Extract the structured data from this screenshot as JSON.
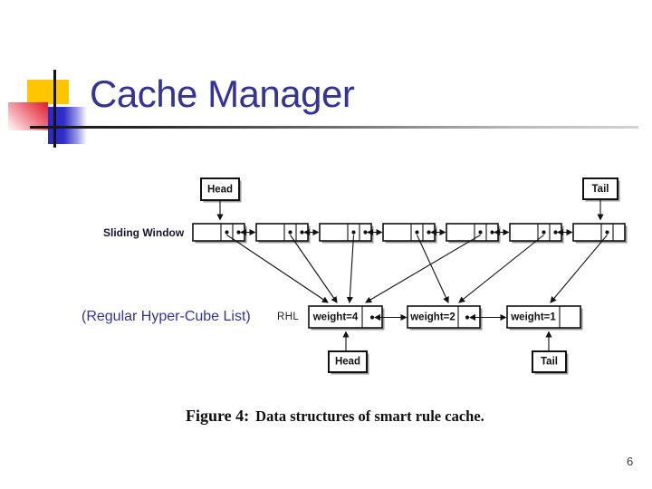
{
  "slide": {
    "title": "Cache Manager",
    "page_number": "6"
  },
  "labels": {
    "sliding_window": "Sliding Window",
    "rhl_abbr": "RHL",
    "rhl_full": "(Regular Hyper-Cube List)"
  },
  "diagram": {
    "head_label": "Head",
    "tail_label": "Tail",
    "sliding_window_node_count": 7,
    "weights": [
      "weight=4",
      "weight=2",
      "weight=1"
    ],
    "node_to_weight": [
      0,
      0,
      0,
      1,
      0,
      1,
      2
    ]
  },
  "caption": {
    "prefix": "Figure 4:",
    "text": "Data structures of smart rule cache."
  },
  "colors": {
    "title": "#333399",
    "accent_yellow": "#FDC600",
    "accent_red": "#E3192D",
    "accent_blue": "#2A2AC9",
    "diagram_ink": "#111111"
  }
}
